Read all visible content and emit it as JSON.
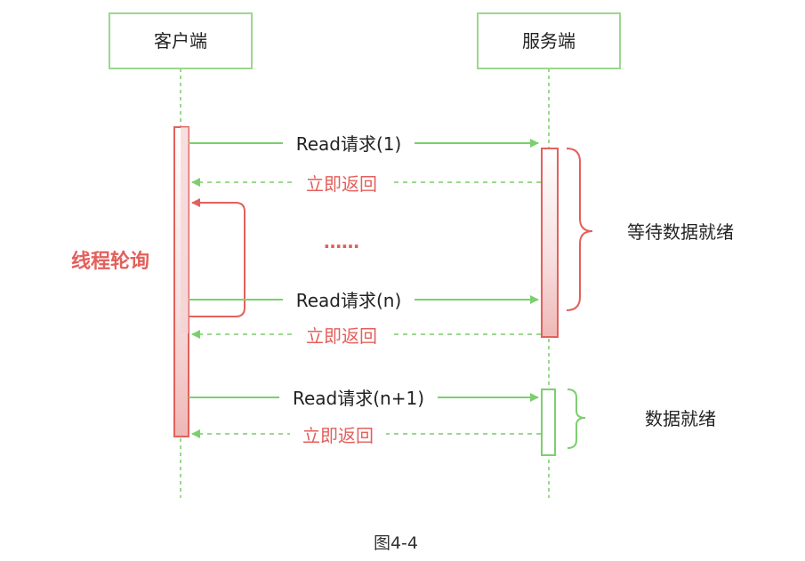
{
  "participants": {
    "client": "客户端",
    "server": "服务端"
  },
  "messages": {
    "req1": "Read请求(1)",
    "ret1": "立即返回",
    "ellipsis": "……",
    "reqn": "Read请求(n)",
    "retn": "立即返回",
    "reqn1": "Read请求(n+1)",
    "retn1": "立即返回"
  },
  "annotations": {
    "polling": "线程轮询",
    "waiting": "等待数据就绪",
    "ready": "数据就绪"
  },
  "caption": "图4-4",
  "colors": {
    "green": "#7ccf6e",
    "red": "#e3605c",
    "box_border": "#9bd88e",
    "text": "#222222"
  }
}
